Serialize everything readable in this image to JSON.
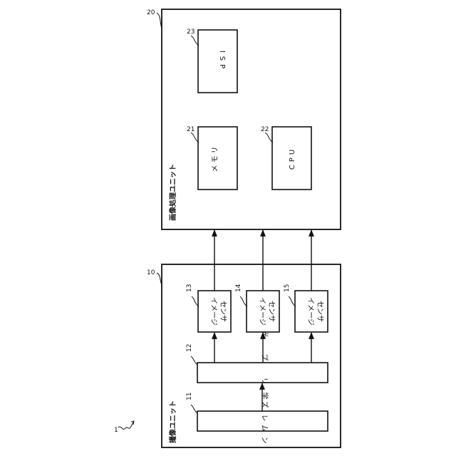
{
  "figure_label": "1",
  "imaging_unit": {
    "ref": "10",
    "label": "撮像ユニット"
  },
  "image_processing_unit": {
    "ref": "20",
    "label": "画像処理ユニット"
  },
  "blocks": {
    "lens": {
      "ref": "11",
      "label": "光 学 レ ン ズ"
    },
    "prism": {
      "ref": "12",
      "label": "分 光 プ リ ズ ム"
    },
    "sensor1": {
      "ref": "13",
      "line1": "イメージ",
      "line2": "センサ"
    },
    "sensor2": {
      "ref": "14",
      "line1": "イメージ",
      "line2": "センサ"
    },
    "sensor3": {
      "ref": "15",
      "line1": "イメージ",
      "line2": "センサ"
    },
    "memory": {
      "ref": "21",
      "label": "メモリ"
    },
    "cpu": {
      "ref": "22",
      "label": "CPU"
    },
    "isp": {
      "ref": "23",
      "label": "ISP"
    }
  },
  "colors": {
    "line": "#111111",
    "background": "#ffffff"
  }
}
